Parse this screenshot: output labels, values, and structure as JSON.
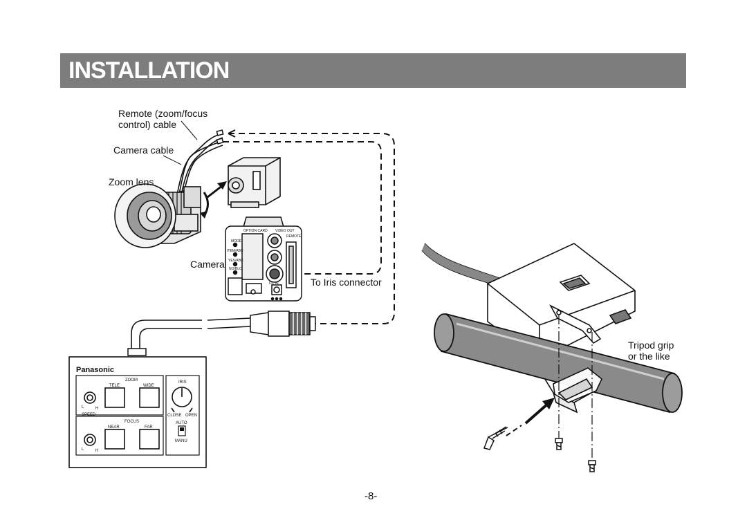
{
  "header": {
    "title": "INSTALLATION"
  },
  "diagram_labels": {
    "remote_cable_line1": "Remote (zoom/focus",
    "remote_cable_line2": "control) cable",
    "camera_cable": "Camera cable",
    "zoom_lens": "Zoom lens",
    "camera": "Camera",
    "iris_connector": "To Iris connector",
    "tripod_line1": "Tripod grip",
    "tripod_line2": "or the like"
  },
  "camera_rear_panel": {
    "option_card": "OPTION CARD",
    "video_out": "VIDEO OUT",
    "remote": "REMOTE",
    "mode": "MODE",
    "item_abc": "ITEM/ABC",
    "yes_abc": "YES/ABC",
    "no_blc": "NO/BLC",
    "dc_in": "DC IN"
  },
  "controller": {
    "brand": "Panasonic",
    "zoom": "ZOOM",
    "tele": "TELE",
    "wide": "WIDE",
    "iris": "IRIS",
    "speed": "SPEED",
    "close": "CLOSE",
    "open": "OPEN",
    "focus": "FOCUS",
    "near": "NEAR",
    "far": "FAR",
    "auto": "AUTO",
    "manu": "MANU",
    "knob_l": "L",
    "knob_h": "H"
  },
  "footer": {
    "page_number": "-8-"
  },
  "colors": {
    "banner": "#7d7d7d",
    "banner_text": "#ffffff",
    "ink": "#111111",
    "pipe": "#8a8a8a"
  }
}
